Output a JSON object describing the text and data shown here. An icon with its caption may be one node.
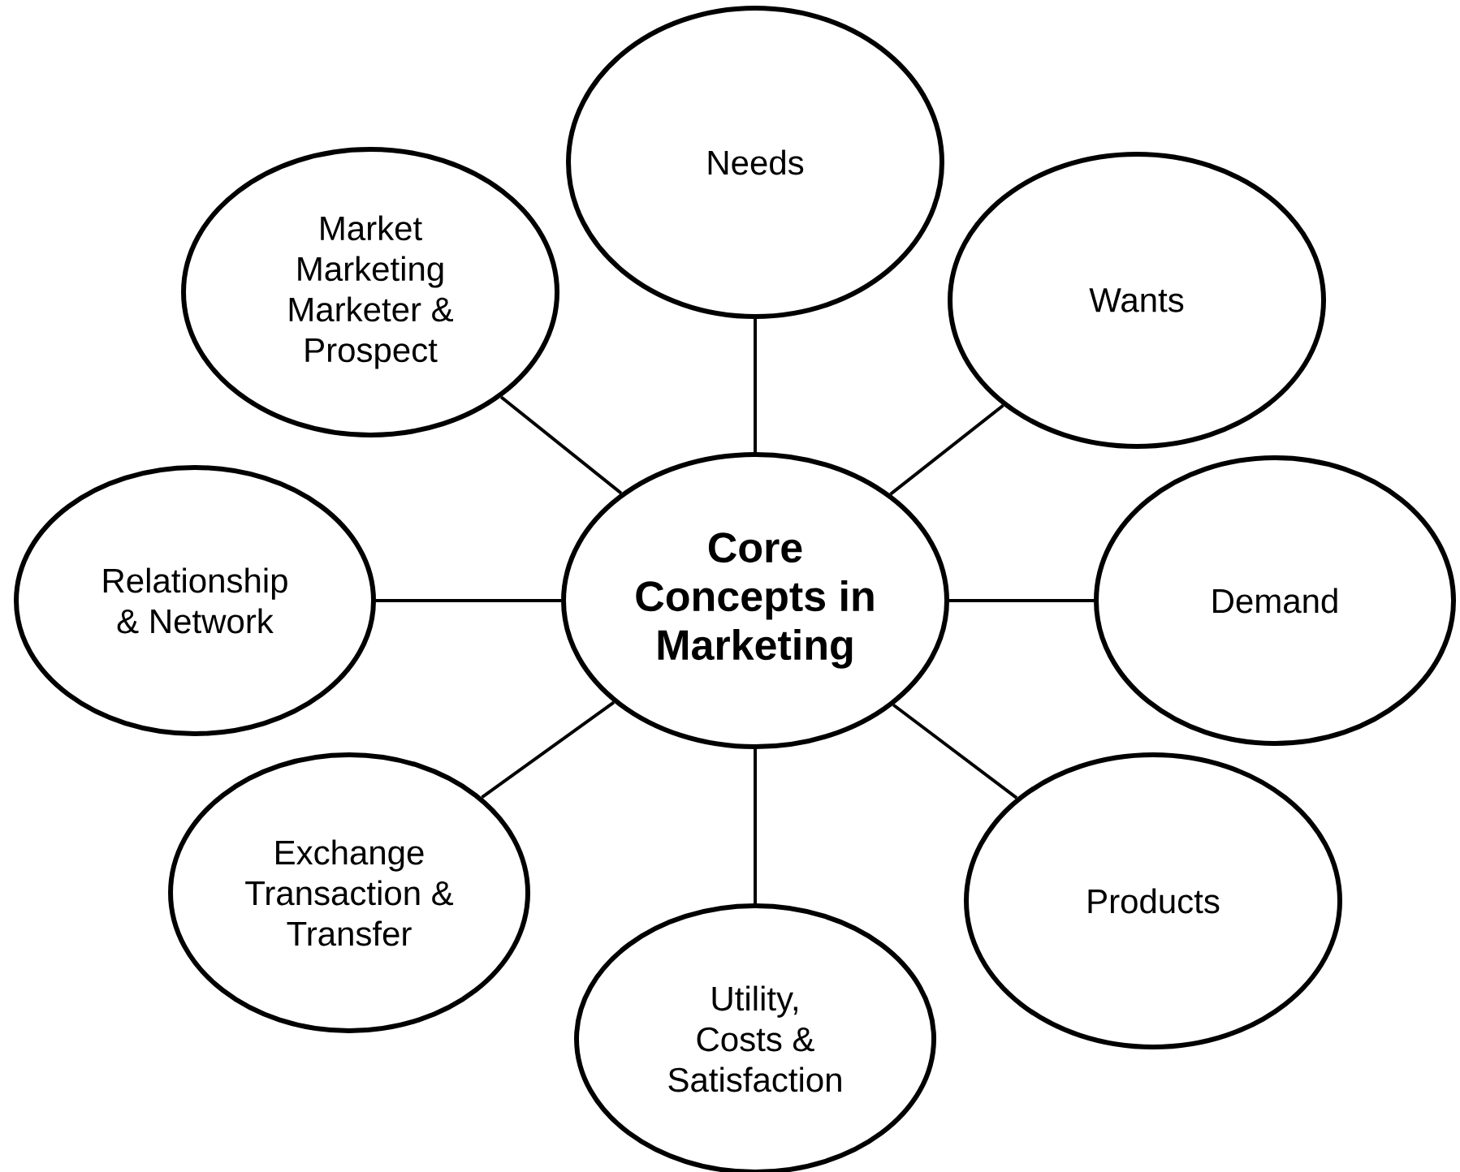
{
  "diagram": {
    "nodes": [
      {
        "text": [
          "Needs"
        ]
      },
      {
        "text": [
          "Market Marketing Marketer & Prospect"
        ]
      },
      {
        "text": [
          "Wants"
        ]
      },
      {
        "text": [
          "Relationship & Network"
        ]
      },
      {
        "text": [
          "Core Concepts in Marketing"
        ]
      },
      {
        "text": [
          "Demand"
        ]
      },
      {
        "text": [
          "Exchange Transaction & Transfer"
        ]
      },
      {
        "text": [
          "Products"
        ]
      },
      {
        "text": [
          "Utility, Costs & Satisfaction"
        ]
      }
    ],
    "edges": [
      {
        "from": 4,
        "to": 0,
        "arrow": "none"
      },
      {
        "from": 4,
        "to": 2,
        "arrow": "none"
      },
      {
        "from": 4,
        "to": 5,
        "arrow": "none"
      },
      {
        "from": 4,
        "to": 7,
        "arrow": "none"
      },
      {
        "from": 4,
        "to": 8,
        "arrow": "none"
      },
      {
        "from": 4,
        "to": 6,
        "arrow": "none"
      },
      {
        "from": 4,
        "to": 3,
        "arrow": "none"
      },
      {
        "from": 4,
        "to": 1,
        "arrow": "none"
      }
    ]
  }
}
